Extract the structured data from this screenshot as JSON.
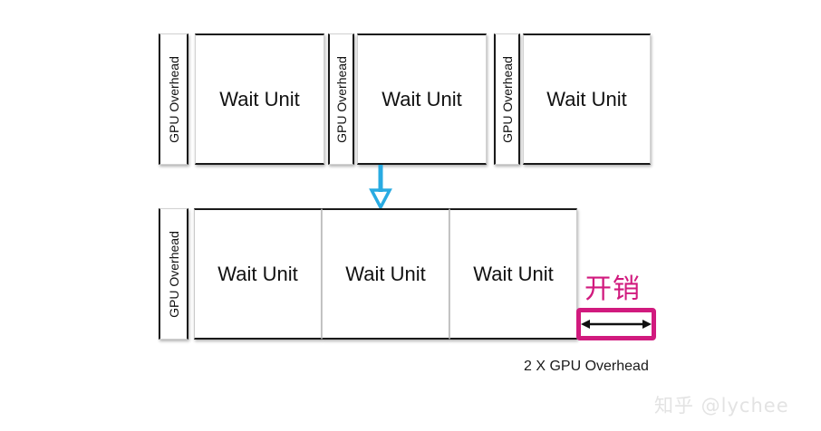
{
  "figure": {
    "title_visible": false,
    "colors": {
      "arrow": "#29ABE2",
      "marker_pink": "#D11A7E",
      "box_border": "#1A1A1A",
      "text": "#111111",
      "watermark": "#E3E3E3",
      "background": "#FFFFFF"
    }
  },
  "top_row": {
    "label": "unfused-timeline",
    "segments": [
      {
        "type": "overhead",
        "label": "GPU Overhead"
      },
      {
        "type": "wait",
        "label": "Wait Unit"
      },
      {
        "type": "overhead",
        "label": "GPU Overhead"
      },
      {
        "type": "wait",
        "label": "Wait Unit"
      },
      {
        "type": "overhead",
        "label": "GPU Overhead"
      },
      {
        "type": "wait",
        "label": "Wait Unit"
      }
    ]
  },
  "bottom_row": {
    "label": "fused-timeline",
    "segments": [
      {
        "type": "overhead",
        "label": "GPU Overhead"
      },
      {
        "type": "wait",
        "label": "Wait Unit"
      },
      {
        "type": "wait",
        "label": "Wait Unit"
      },
      {
        "type": "wait",
        "label": "Wait Unit"
      }
    ]
  },
  "arrow": {
    "name": "down-arrow-icon",
    "direction": "down",
    "color": "#29ABE2"
  },
  "annotation": {
    "cn_label": "开销",
    "caption": "2 X GPU Overhead",
    "marker_arrow": "double-headed-horizontal-arrow"
  },
  "watermark": {
    "text": "知乎 @lychee"
  }
}
